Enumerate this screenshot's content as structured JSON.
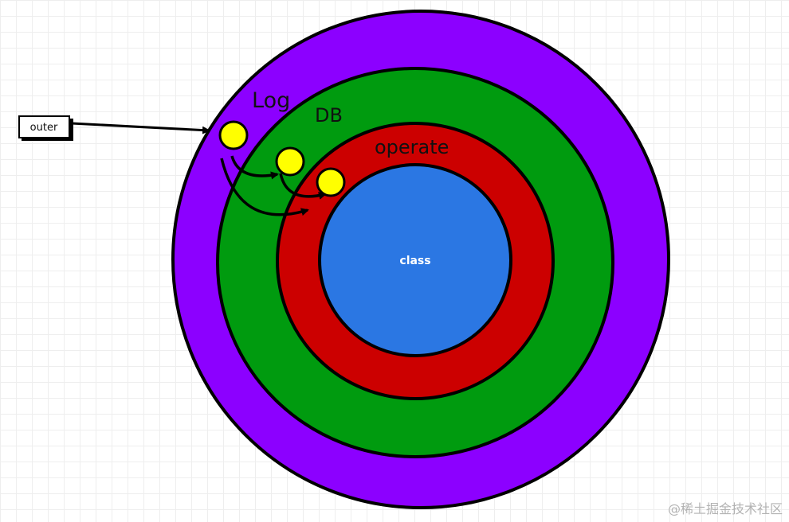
{
  "diagram": {
    "outer_box_label": "outer",
    "rings": [
      {
        "id": "log",
        "label": "Log",
        "color": "#8c00ff"
      },
      {
        "id": "db",
        "label": "DB",
        "color": "#009b0f"
      },
      {
        "id": "operate",
        "label": "operate",
        "color": "#cc0000"
      },
      {
        "id": "class",
        "label": "class",
        "color": "#2b77e3"
      }
    ],
    "node_color": "#ffff00",
    "stroke_color": "#000000"
  },
  "watermark": "@稀土掘金技术社区"
}
